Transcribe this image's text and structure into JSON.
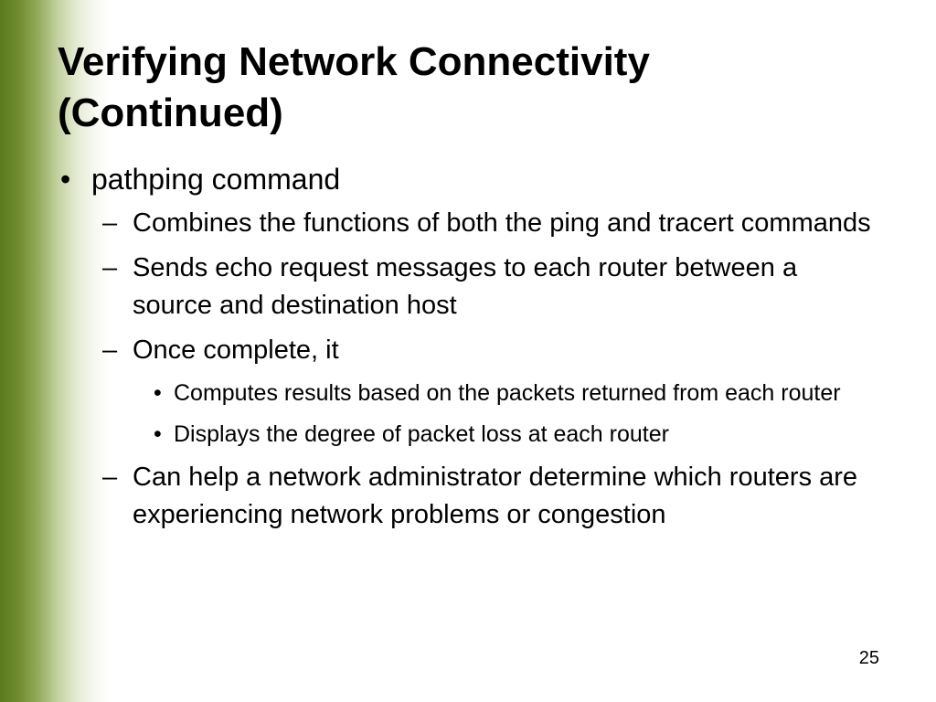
{
  "slide": {
    "title_lines": [
      "Verifying Network Connectivity",
      "(Continued)"
    ],
    "bullet_marker": "•",
    "dash_marker": "–",
    "sub_bullet_marker": "•",
    "items": {
      "pathping": "pathping command",
      "combines": "Combines the functions of both the ping and tracert commands",
      "sends": "Sends echo request messages to each router between a source and destination host",
      "once": "Once complete, it",
      "computes": "Computes results based on the packets returned from each router",
      "displays": "Displays the degree of packet loss at each router",
      "can_help": "Can help a network administrator determine which routers are experiencing network problems or congestion"
    },
    "page_number": "25",
    "colors": {
      "accent_band": "#5b7a1e",
      "text": "#000000",
      "background": "#ffffff"
    }
  }
}
